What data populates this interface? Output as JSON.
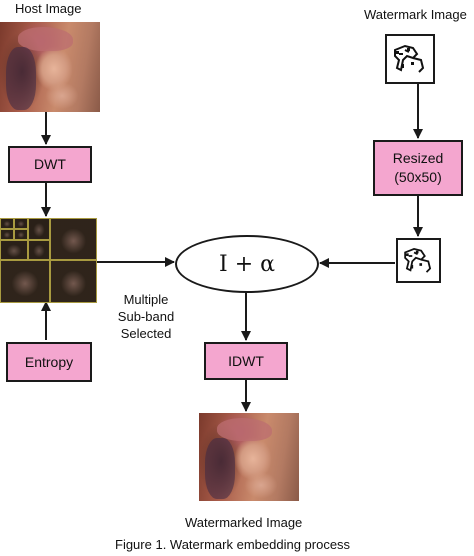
{
  "labels": {
    "host_image": "Host Image",
    "watermark_image": "Watermark Image",
    "multiple_line1": "Multiple",
    "multiple_line2": "Sub-band",
    "multiple_line3": "Selected",
    "watermarked_image": "Watermarked Image",
    "caption": "Figure 1. Watermark embedding process"
  },
  "boxes": {
    "dwt": "DWT",
    "resized_line1": "Resized",
    "resized_line2": "(50x50)",
    "entropy": "Entropy",
    "idwt": "IDWT"
  },
  "operation": "I + α",
  "colors": {
    "box_fill": "#f4a6cf",
    "stroke": "#1a1a1a"
  }
}
